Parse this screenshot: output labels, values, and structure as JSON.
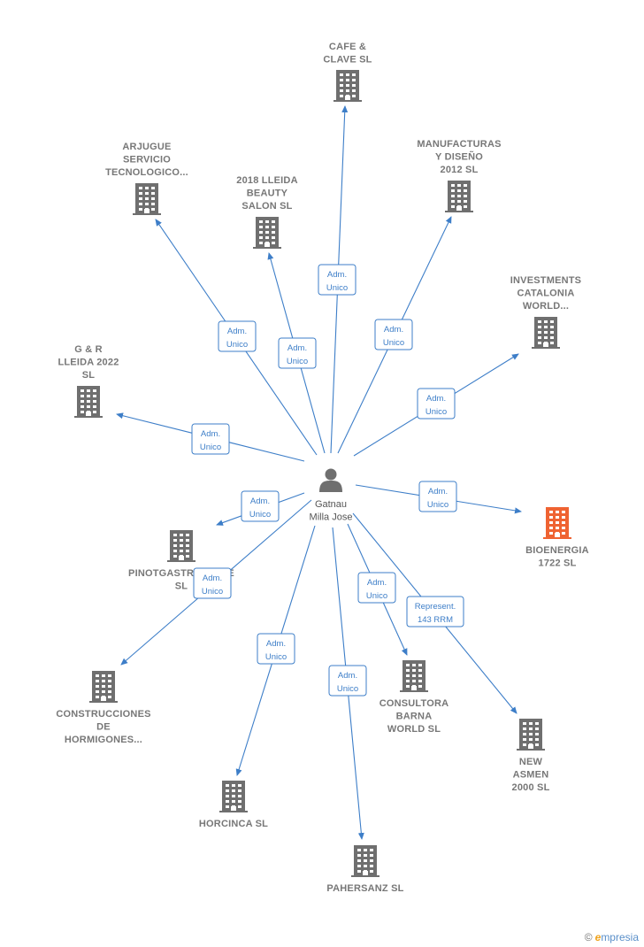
{
  "person": {
    "lines": [
      "Gatnau",
      "Milla Jose"
    ]
  },
  "companies": [
    {
      "id": "cafe",
      "lines": [
        "CAFE &",
        "CLAVE SL"
      ],
      "highlight": false
    },
    {
      "id": "arjugue",
      "lines": [
        "ARJUGUE",
        "SERVICIO",
        "TECNOLOGICO..."
      ],
      "highlight": false
    },
    {
      "id": "lleida-beauty",
      "lines": [
        "2018 LLEIDA",
        "BEAUTY",
        "SALON  SL"
      ],
      "highlight": false
    },
    {
      "id": "manufacturas",
      "lines": [
        "MANUFACTURAS",
        "Y DISEÑO",
        "2012 SL"
      ],
      "highlight": false
    },
    {
      "id": "investments",
      "lines": [
        "INVESTMENTS",
        "CATALONIA",
        "WORLD..."
      ],
      "highlight": false
    },
    {
      "id": "gr-lleida",
      "lines": [
        "G & R",
        "LLEIDA 2022",
        "SL"
      ],
      "highlight": false
    },
    {
      "id": "bioenergia",
      "lines": [
        "BIOENERGIA",
        "1722  SL"
      ],
      "highlight": true
    },
    {
      "id": "pinotgastro",
      "lines": [
        "PINOTGASTRONOMIE",
        "SL"
      ],
      "highlight": false
    },
    {
      "id": "construcciones",
      "lines": [
        "CONSTRUCCIONES",
        "DE",
        "HORMIGONES..."
      ],
      "highlight": false
    },
    {
      "id": "consultora",
      "lines": [
        "CONSULTORA",
        "BARNA",
        "WORLD  SL"
      ],
      "highlight": false
    },
    {
      "id": "new-asmen",
      "lines": [
        "NEW",
        "ASMEN",
        "2000  SL"
      ],
      "highlight": false
    },
    {
      "id": "horcinca",
      "lines": [
        "HORCINCA SL"
      ],
      "highlight": false
    },
    {
      "id": "pahersanz",
      "lines": [
        "PAHERSANZ SL"
      ],
      "highlight": false
    }
  ],
  "edges": [
    {
      "to": "cafe",
      "lines": [
        "Adm.",
        "Unico"
      ]
    },
    {
      "to": "arjugue",
      "lines": [
        "Adm.",
        "Unico"
      ]
    },
    {
      "to": "lleida-beauty",
      "lines": [
        "Adm.",
        "Unico"
      ]
    },
    {
      "to": "manufacturas",
      "lines": [
        "Adm.",
        "Unico"
      ]
    },
    {
      "to": "investments",
      "lines": [
        "Adm.",
        "Unico"
      ]
    },
    {
      "to": "gr-lleida",
      "lines": [
        "Adm.",
        "Unico"
      ]
    },
    {
      "to": "bioenergia",
      "lines": [
        "Adm.",
        "Unico"
      ]
    },
    {
      "to": "pinotgastro",
      "lines": [
        "Adm.",
        "Unico"
      ]
    },
    {
      "to": "construcciones",
      "lines": [
        "Adm.",
        "Unico"
      ]
    },
    {
      "to": "consultora",
      "lines": [
        "Adm.",
        "Unico"
      ]
    },
    {
      "to": "new-asmen",
      "lines": [
        "Represent.",
        "143 RRM"
      ]
    },
    {
      "to": "horcinca",
      "lines": [
        "Adm.",
        "Unico"
      ]
    },
    {
      "to": "pahersanz",
      "lines": [
        "Adm.",
        "Unico"
      ]
    }
  ],
  "colors": {
    "edge": "#3d7ec8",
    "building": "#6f6f6f",
    "highlight": "#ef6332",
    "person": "#6f6f6f"
  },
  "icons": {
    "company": "building-icon",
    "person": "person-icon",
    "copyright": "copyright-icon"
  },
  "footer": {
    "symbol": "©",
    "brand_initial": "e",
    "brand_rest": "mpresia"
  }
}
